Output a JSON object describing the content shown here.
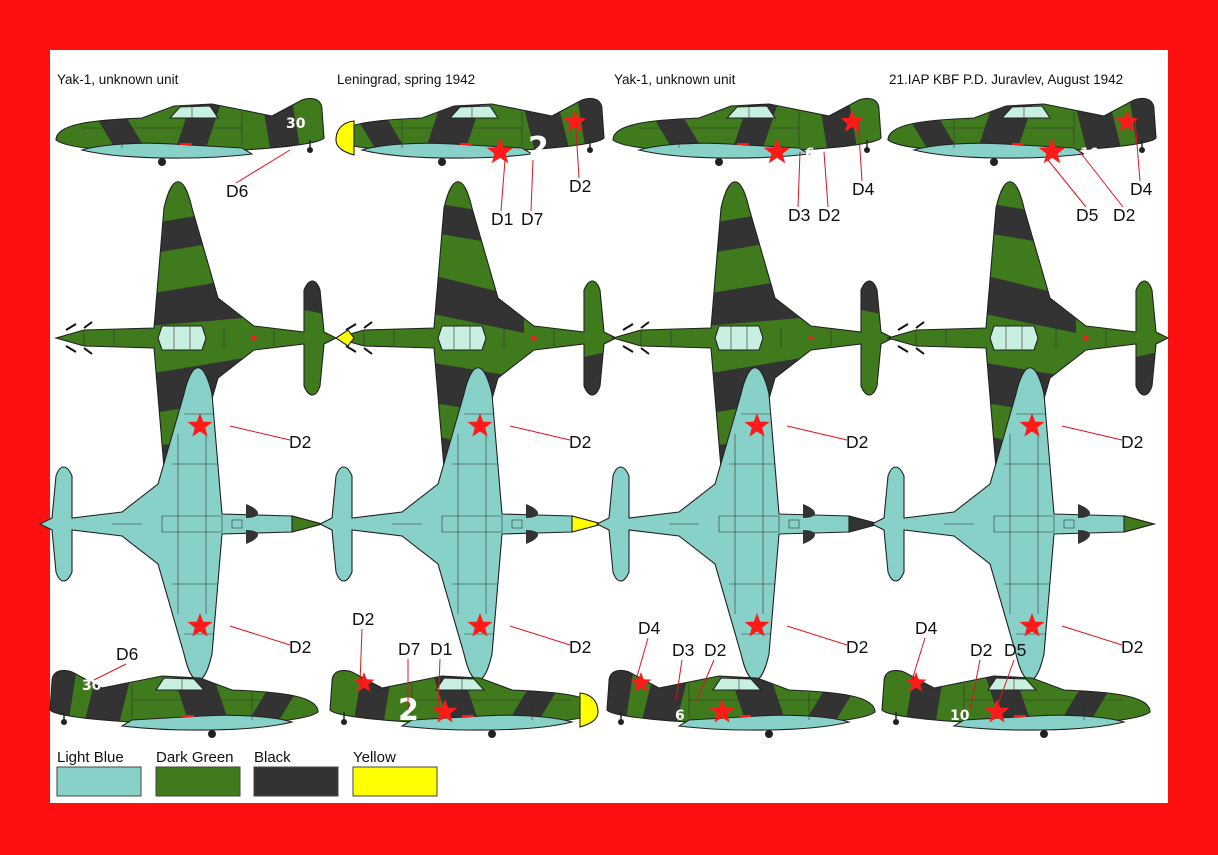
{
  "colors": {
    "frame": "#ff1010",
    "light_blue": "#87d1c8",
    "dark_green": "#3f7b1c",
    "black": "#333333",
    "yellow": "#ffff00",
    "canopy": "#c8f0e0",
    "star": "#ff1a1a"
  },
  "columns": [
    {
      "title": "Yak-1, unknown unit",
      "nose_yellow": false,
      "tail_number": "30",
      "side_labels": [
        "D6"
      ],
      "bottom_side_labels": [
        "D6"
      ]
    },
    {
      "title": "Leningrad, spring 1942",
      "nose_yellow": true,
      "tail_number": "2",
      "side_labels": [
        "D2",
        "D1",
        "D7"
      ],
      "bottom_side_labels": [
        "D2",
        "D7",
        "D1"
      ]
    },
    {
      "title": "Yak-1, unknown unit",
      "nose_yellow": false,
      "tail_number": "6",
      "side_labels": [
        "D4",
        "D3",
        "D2"
      ],
      "bottom_side_labels": [
        "D4",
        "D3",
        "D2"
      ]
    },
    {
      "title": "21.IAP KBF P.D. Juravlev, August 1942",
      "nose_yellow": false,
      "tail_number": "10",
      "side_labels": [
        "D4",
        "D5",
        "D2"
      ],
      "bottom_side_labels": [
        "D4",
        "D2",
        "D5"
      ]
    }
  ],
  "underside_labels": [
    "D2",
    "D2"
  ],
  "legend": [
    {
      "label": "Light Blue",
      "color": "#87d1c8"
    },
    {
      "label": "Dark Green",
      "color": "#3f7b1c"
    },
    {
      "label": "Black",
      "color": "#333333"
    },
    {
      "label": "Yellow",
      "color": "#ffff00"
    }
  ]
}
